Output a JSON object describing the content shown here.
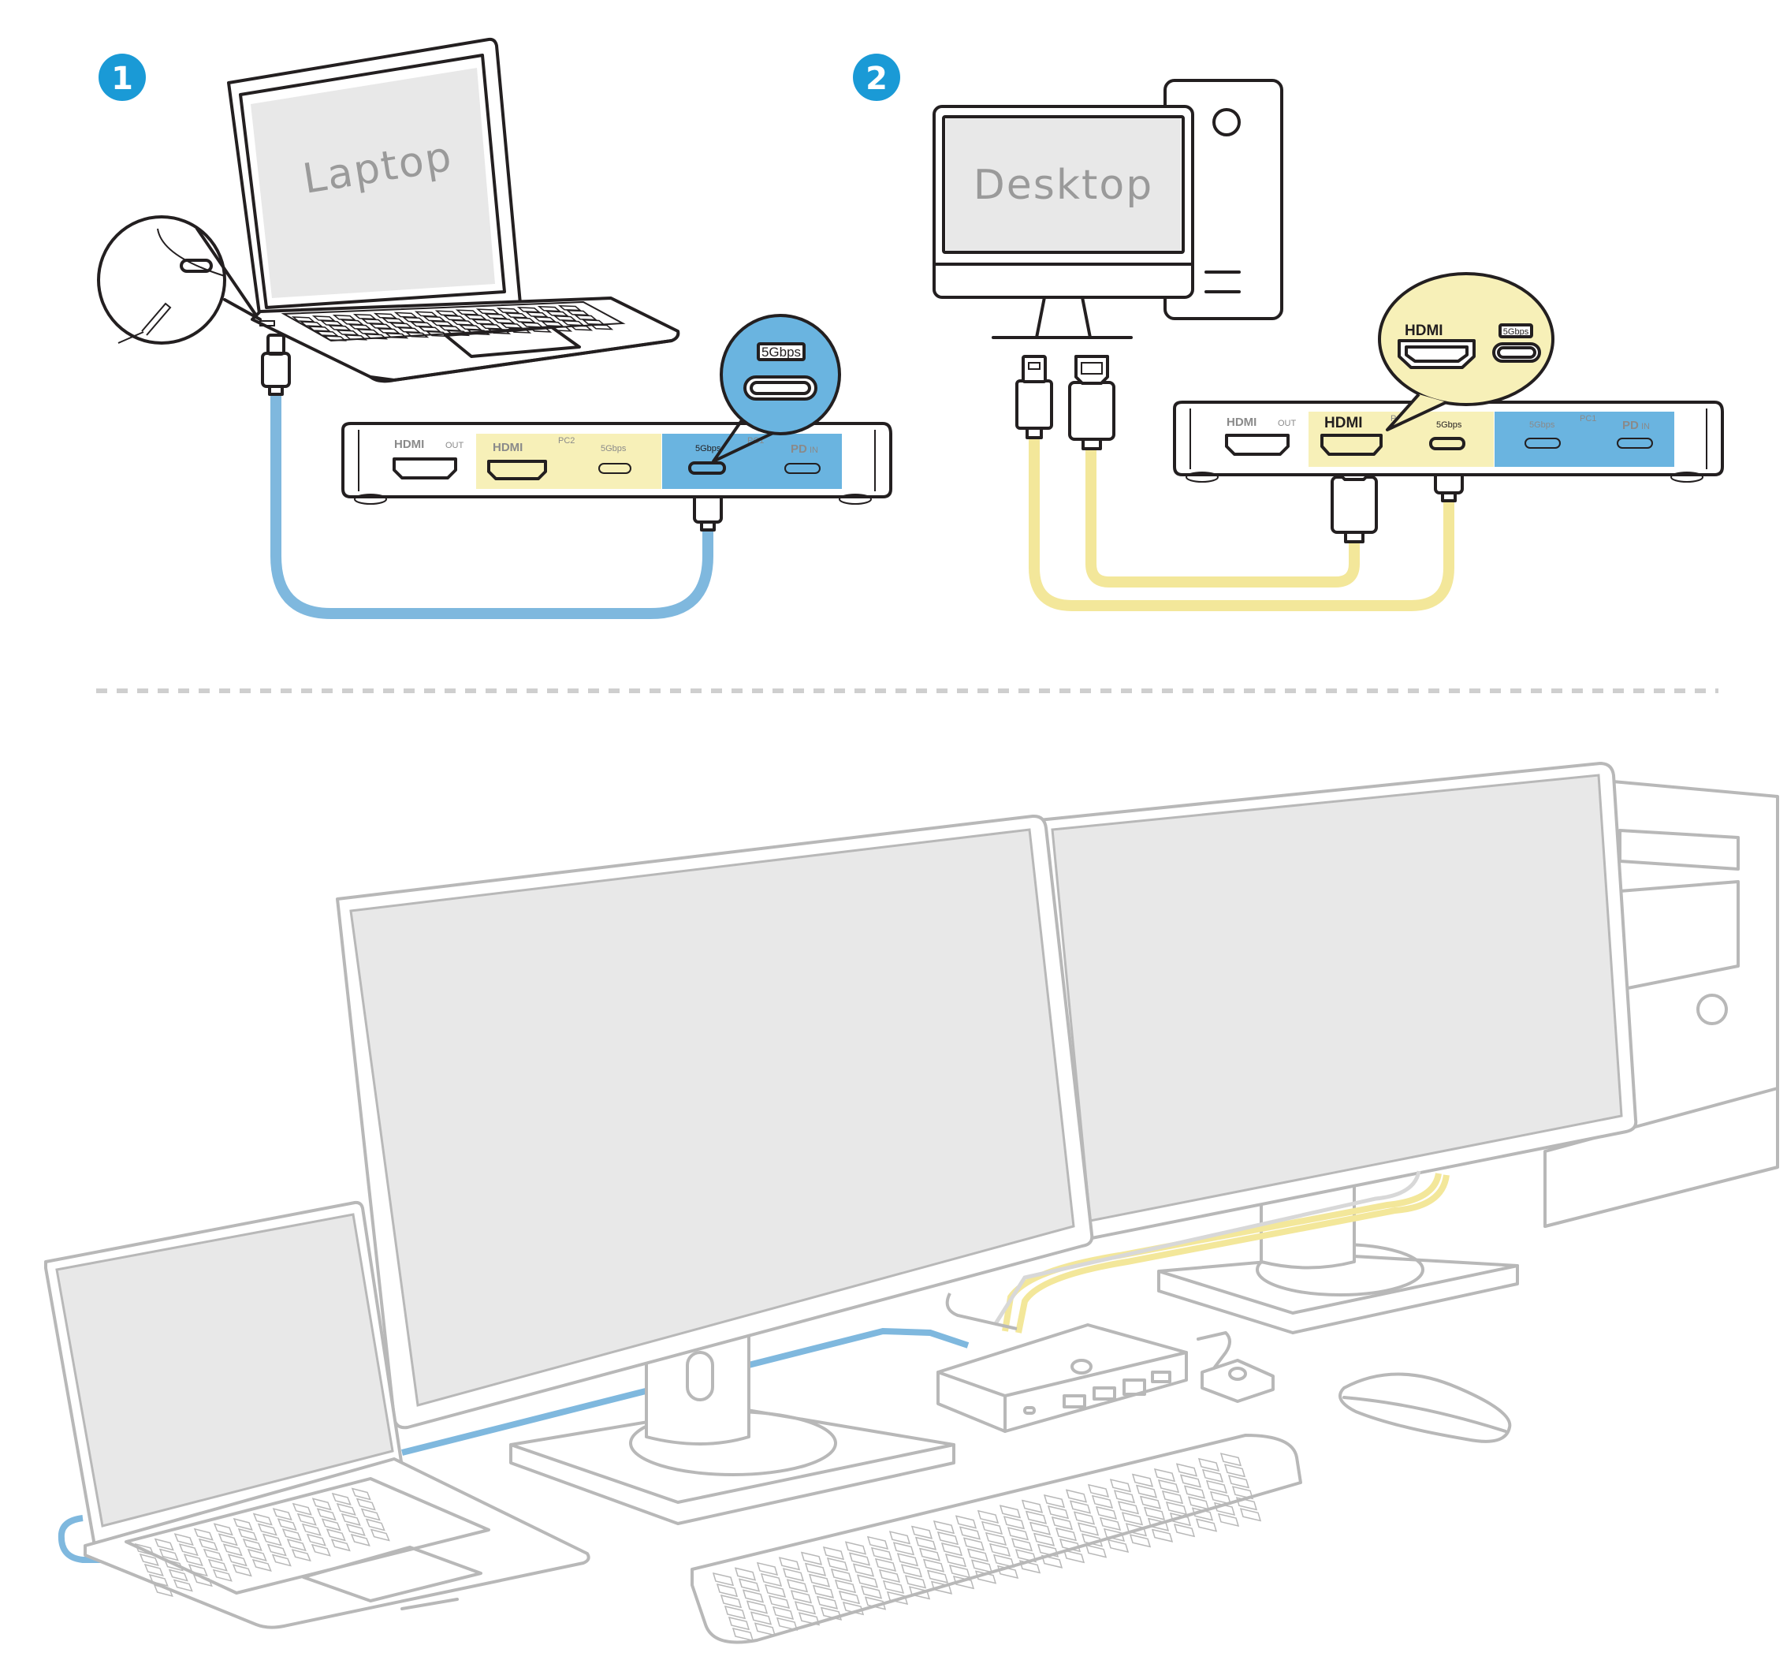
{
  "colors": {
    "step_badge": "#1a9ad6",
    "pc1_blue": "#6ab4e0",
    "pc2_yellow": "#f7f0b8",
    "cable_blue": "#7fb8de",
    "cable_yellow": "#f3e79a",
    "screen_grey": "#e8e8e8",
    "outline": "#231f20",
    "scene_outline": "#b8b8b8"
  },
  "step1": {
    "number": "1",
    "device_label": "Laptop",
    "bubble_badge": "5Gbps",
    "switch": {
      "hdmi_out_label": "HDMI",
      "hdmi_out_sub": "OUT",
      "pc2_label": "PC2",
      "pc2_hdmi_label": "HDMI",
      "pc2_usb_label": "5Gbps",
      "pc1_label": "PC1",
      "pc1_usb_label": "5Gbps",
      "pc1_pd_label": "PD",
      "pc1_pd_sub": "IN"
    }
  },
  "step2": {
    "number": "2",
    "device_label": "Desktop",
    "bubble_hdmi": "HDMI",
    "bubble_badge": "5Gbps",
    "switch": {
      "hdmi_out_label": "HDMI",
      "hdmi_out_sub": "OUT",
      "pc2_label": "PC2",
      "pc2_hdmi_label": "HDMI",
      "pc2_usb_label": "5Gbps",
      "pc1_label": "PC1",
      "pc1_usb_label": "5Gbps",
      "pc1_pd_label": "PD",
      "pc1_pd_sub": "IN"
    }
  },
  "icons": {
    "step_badge": "circle-number-icon",
    "usb_c": "usb-c-port-icon",
    "hdmi": "hdmi-port-icon",
    "usb_a": "usb-a-connector-icon"
  }
}
